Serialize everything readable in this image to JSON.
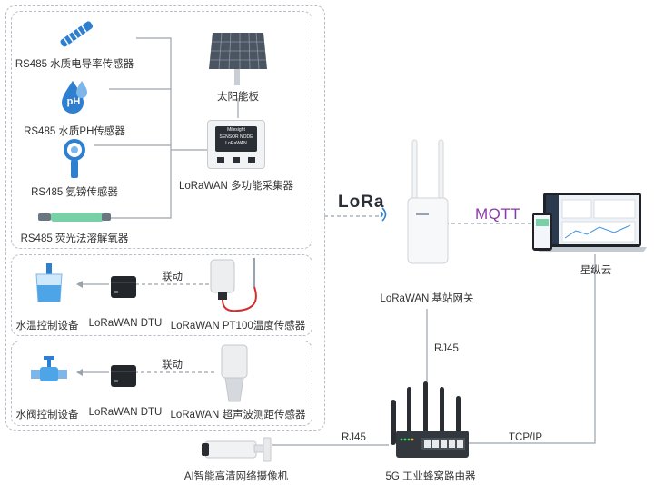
{
  "sensors": {
    "conductivity": "RS485 水质电导率传感器",
    "ph": "RS485 水质PH传感器",
    "ph_badge": "pH",
    "ammonia": "RS485 氨镑传感器",
    "oxygen": "RS485 荧光法溶解氧器"
  },
  "solar": "太阳能板",
  "collector": {
    "label": "LoRaWAN 多功能采集器",
    "brand": "Milesight",
    "line1": "SENSOR NODE",
    "line2": "LoRaWAN"
  },
  "lora_logo": "LoRa",
  "mqtt": "MQTT",
  "gateway": "LoRaWAN 基站网关",
  "cloud": "星纵云",
  "rj45_top": "RJ45",
  "rj45_left": "RJ45",
  "tcpip": "TCP/IP",
  "router": "5G 工业蜂窝路由器",
  "camera": "AI智能高清网络摄像机",
  "row1": {
    "device": "水温控制设备",
    "dtu": "LoRaWAN DTU",
    "sensor": "LoRaWAN PT100温度传感器",
    "link": "联动"
  },
  "row2": {
    "device": "水阀控制设备",
    "dtu": "LoRaWAN DTU",
    "sensor": "LoRaWAN 超声波测距传感器",
    "link": "联动"
  }
}
